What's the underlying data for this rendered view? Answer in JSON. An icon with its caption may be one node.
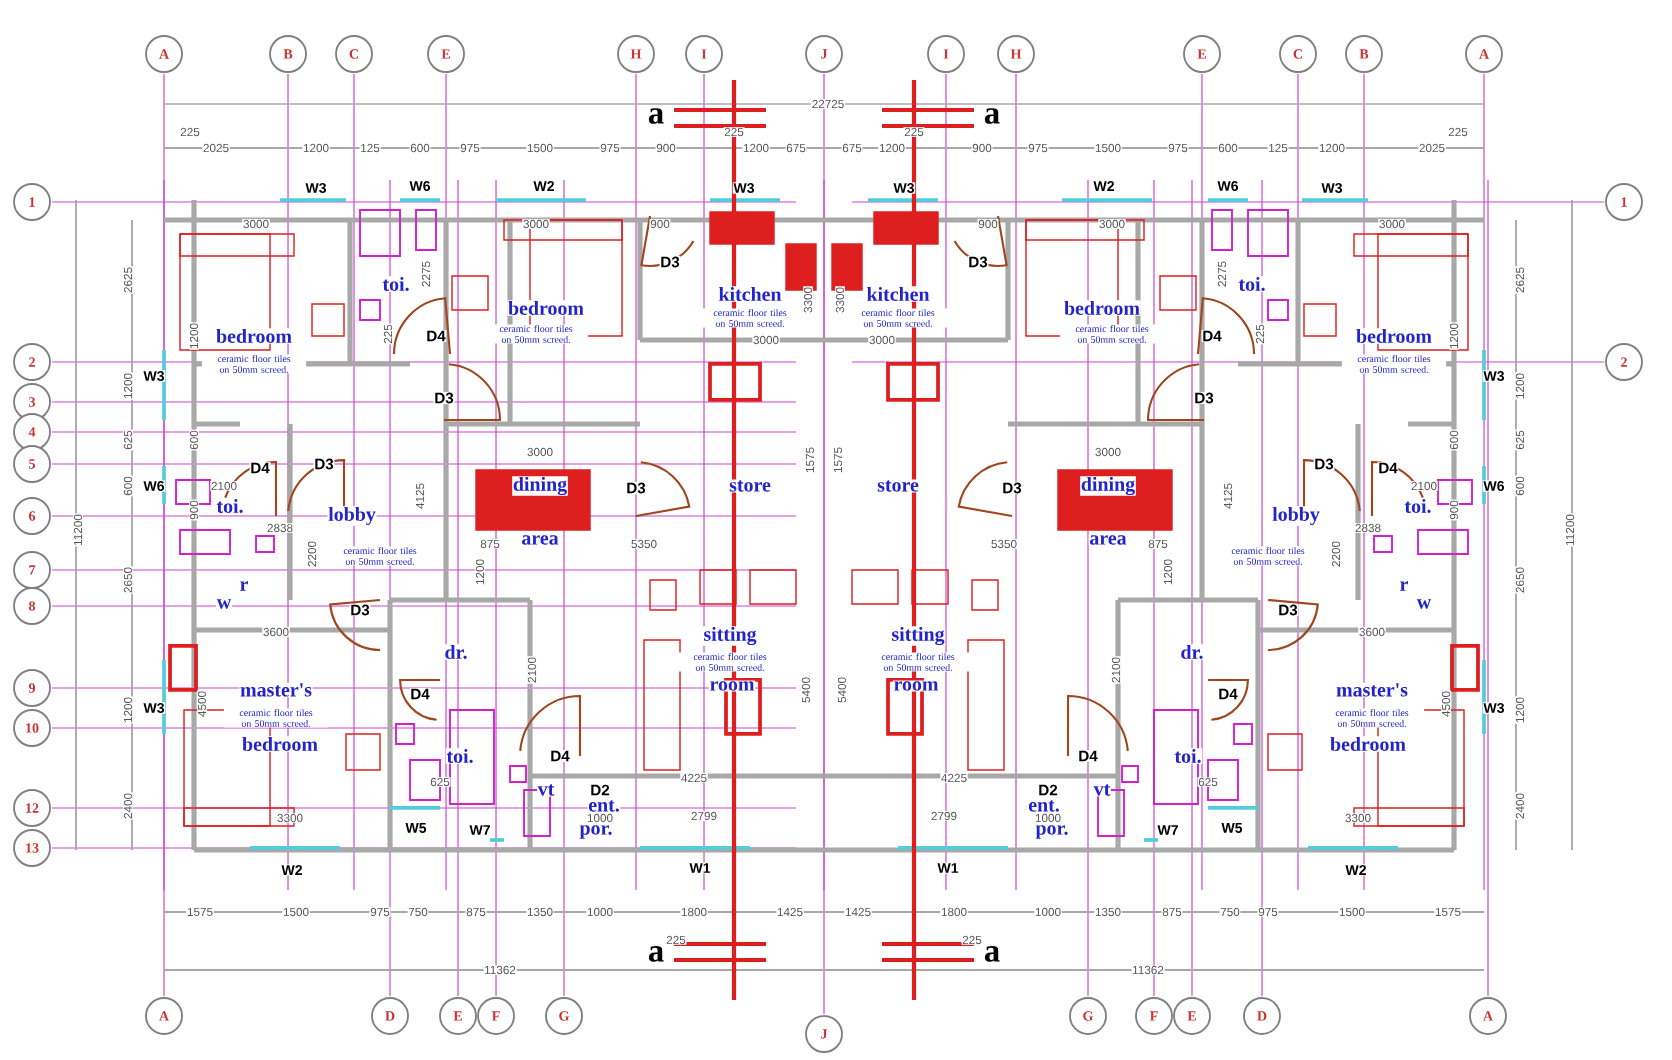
{
  "diagram": {
    "nodes": [
      {
        "text": [
          "A"
        ]
      },
      {
        "text": [
          "B"
        ]
      },
      {
        "text": [
          "C"
        ]
      },
      {
        "text": [
          "E"
        ]
      },
      {
        "text": [
          "H"
        ]
      },
      {
        "text": [
          "I"
        ]
      },
      {
        "text": [
          "J"
        ]
      },
      {
        "text": [
          "I"
        ]
      },
      {
        "text": [
          "H"
        ]
      },
      {
        "text": [
          "E"
        ]
      },
      {
        "text": [
          "C"
        ]
      },
      {
        "text": [
          "B"
        ]
      },
      {
        "text": [
          "A"
        ]
      },
      {
        "text": [
          "1"
        ]
      },
      {
        "text": [
          "1"
        ]
      },
      {
        "text": [
          "2"
        ]
      },
      {
        "text": [
          "2"
        ]
      },
      {
        "text": [
          "3"
        ]
      },
      {
        "text": [
          "4"
        ]
      },
      {
        "text": [
          "5"
        ]
      },
      {
        "text": [
          "6"
        ]
      },
      {
        "text": [
          "7"
        ]
      },
      {
        "text": [
          "8"
        ]
      },
      {
        "text": [
          "9"
        ]
      },
      {
        "text": [
          "10"
        ]
      },
      {
        "text": [
          "12"
        ]
      },
      {
        "text": [
          "13"
        ]
      },
      {
        "text": [
          "A"
        ]
      },
      {
        "text": [
          "D"
        ]
      },
      {
        "text": [
          "E"
        ]
      },
      {
        "text": [
          "F"
        ]
      },
      {
        "text": [
          "G"
        ]
      },
      {
        "text": [
          "J"
        ]
      },
      {
        "text": [
          "G"
        ]
      },
      {
        "text": [
          "F"
        ]
      },
      {
        "text": [
          "E"
        ]
      },
      {
        "text": [
          "D"
        ]
      },
      {
        "text": [
          "A"
        ]
      }
    ],
    "labels": [
      "22725",
      "225",
      "2025",
      "1200",
      "125",
      "600",
      "975",
      "1500",
      "975",
      "900",
      "225",
      "1200",
      "675",
      "3000",
      "3000",
      "900",
      "2625",
      "1200",
      "2275",
      "225",
      "3000",
      "3300",
      "1200",
      "625",
      "600",
      "600",
      "2100",
      "3000",
      "4125",
      "1575",
      "11200",
      "900",
      "2838",
      "2200",
      "875",
      "1200",
      "5350",
      "2650",
      "3600",
      "2100",
      "1200",
      "4500",
      "5400",
      "4225",
      "625",
      "2400",
      "3300",
      "1000",
      "2799",
      "1575",
      "1500",
      "975",
      "750",
      "875",
      "1350",
      "1000",
      "1800",
      "1425",
      "225",
      "11362",
      "W3",
      "W6",
      "W2",
      "W3",
      "W3",
      "W6",
      "W3",
      "W2",
      "W5",
      "W7",
      "W1",
      "D3",
      "D4",
      "D3",
      "D4",
      "D3",
      "D3",
      "D3",
      "D4",
      "D4",
      "D2",
      "bedroom",
      "ceramic floor tiles on 50mm screed.",
      "toi.",
      "bedroom",
      "ceramic floor tiles on 50mm screed.",
      "kitchen",
      "ceramic floor tiles on 50mm screed.",
      "toi.",
      "lobby",
      "ceramic floor tiles on 50mm screed.",
      "dining",
      "area",
      "store",
      "r",
      "w",
      "master's",
      "ceramic floor tiles on 50mm screed.",
      "bedroom",
      "dr.",
      "toi.",
      "vt",
      "ent.",
      "por.",
      "sitting",
      "ceramic floor tiles on 50mm screed.",
      "room",
      "a",
      "a",
      "225",
      "2025",
      "1200",
      "125",
      "600",
      "975",
      "1500",
      "975",
      "900",
      "225",
      "1200",
      "675",
      "3000",
      "3000",
      "900",
      "2625",
      "1200",
      "2275",
      "225",
      "3000",
      "3300",
      "1200",
      "625",
      "600",
      "600",
      "2100",
      "3000",
      "4125",
      "1575",
      "11200",
      "900",
      "2838",
      "2200",
      "875",
      "1200",
      "5350",
      "2650",
      "3600",
      "2100",
      "1200",
      "4500",
      "5400",
      "4225",
      "625",
      "2400",
      "3300",
      "1000",
      "2799",
      "1575",
      "1500",
      "975",
      "750",
      "875",
      "1350",
      "1000",
      "1800",
      "1425",
      "225",
      "11362",
      "W3",
      "W6",
      "W2",
      "W3",
      "W3",
      "W6",
      "W3",
      "W2",
      "W5",
      "W7",
      "W1",
      "D3",
      "D4",
      "D3",
      "D4",
      "D3",
      "D3",
      "D3",
      "D4",
      "D4",
      "D2",
      "bedroom",
      "ceramic floor tiles on 50mm screed.",
      "toi.",
      "bedroom",
      "ceramic floor tiles on 50mm screed.",
      "kitchen",
      "ceramic floor tiles on 50mm screed.",
      "toi.",
      "lobby",
      "ceramic floor tiles on 50mm screed.",
      "dining",
      "area",
      "store",
      "r",
      "w",
      "master's",
      "ceramic floor tiles on 50mm screed.",
      "bedroom",
      "dr.",
      "toi.",
      "vt",
      "ent.",
      "por.",
      "sitting",
      "ceramic floor tiles on 50mm screed.",
      "room",
      "a",
      "a"
    ]
  }
}
